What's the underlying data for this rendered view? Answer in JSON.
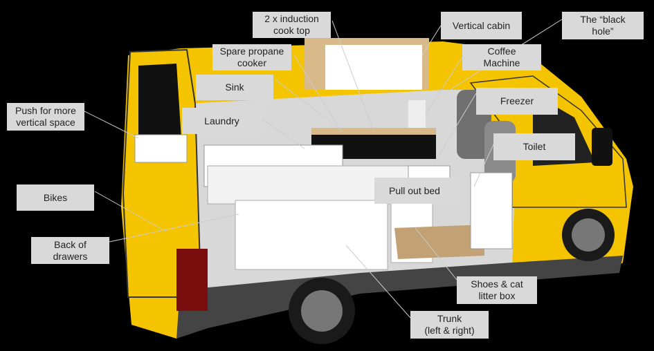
{
  "labels": {
    "induction": "2 x induction\ncook top",
    "vertical_cabin": "Vertical cabin",
    "black_hole": "The “black\nhole”",
    "propane": "Spare propane\ncooker",
    "coffee": "Coffee\nMachine",
    "sink": "Sink",
    "freezer": "Freezer",
    "push_space": "Push for more\nvertical space",
    "laundry": "Laundry",
    "toilet": "Toilet",
    "pull_out_bed": "Pull out bed",
    "bikes": "Bikes",
    "back_drawers": "Back of\ndrawers",
    "shoes": "Shoes & cat\nlitter box",
    "trunk": "Trunk\n(left & right)"
  },
  "colors": {
    "background": "#000000",
    "van_body": "#f5c400",
    "label_box": "#d9d9d9",
    "furniture": "#ffffff",
    "wood": "#d8b98a",
    "leader_line": "#cccccc"
  }
}
